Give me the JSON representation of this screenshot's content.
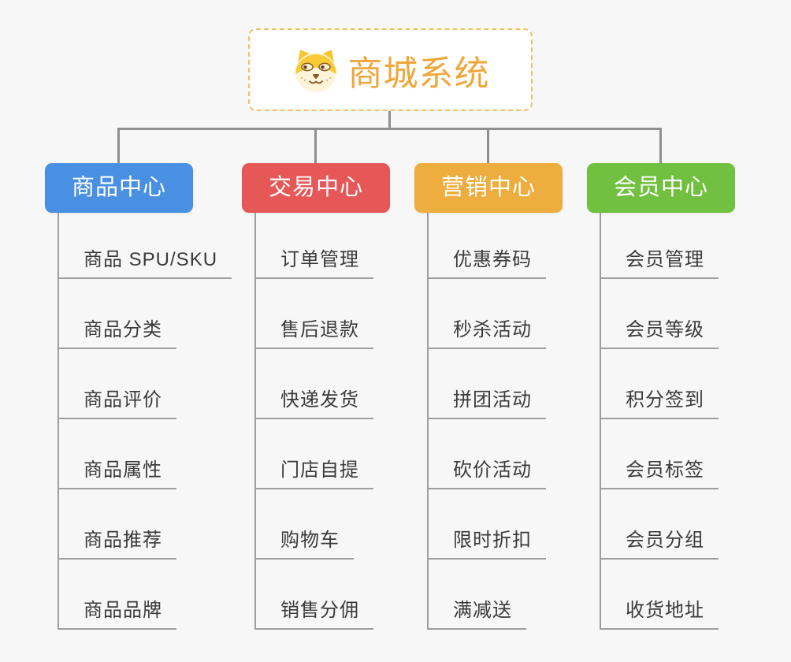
{
  "root": {
    "title": "商城系统",
    "icon": "dog-face-icon",
    "text_color": "#efa73c",
    "border_color": "#f3bd66"
  },
  "branches": [
    {
      "label": "商品中心",
      "color": "#4a90e2",
      "items": [
        "商品 SPU/SKU",
        "商品分类",
        "商品评价",
        "商品属性",
        "商品推荐",
        "商品品牌"
      ]
    },
    {
      "label": "交易中心",
      "color": "#e65757",
      "items": [
        "订单管理",
        "售后退款",
        "快递发货",
        "门店自提",
        "购物车",
        "销售分佣"
      ]
    },
    {
      "label": "营销中心",
      "color": "#eead3f",
      "items": [
        "优惠券码",
        "秒杀活动",
        "拼团活动",
        "砍价活动",
        "限时折扣",
        "满减送"
      ]
    },
    {
      "label": "会员中心",
      "color": "#71c040",
      "items": [
        "会员管理",
        "会员等级",
        "积分签到",
        "会员标签",
        "会员分组",
        "收货地址"
      ]
    }
  ]
}
